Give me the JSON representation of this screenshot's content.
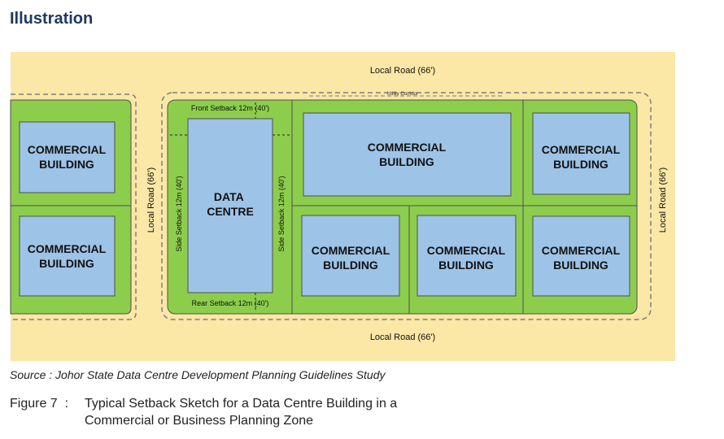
{
  "heading": "Illustration",
  "diagram": {
    "roads": {
      "top": "Local Road (66')",
      "bottom": "Local Road (66')",
      "middle": "Local Road (66')",
      "right": "Local Road (66')"
    },
    "utility_corridor": "Utility Corridor",
    "setbacks": {
      "front": "Front Setback 12m (40')",
      "rear": "Rear Setback 12m (40')",
      "side_left": "Side Setback 12m (40')",
      "side_right": "Side Setback 12m (40')"
    },
    "data_centre": {
      "line1": "DATA",
      "line2": "CENTRE"
    },
    "commercial_building": {
      "line1": "COMMERCIAL",
      "line2": "BUILDING"
    },
    "colors": {
      "road": "#fbe7a6",
      "lot": "#8dcd4c",
      "building": "#9dc3e6",
      "border": "#4f4f4f"
    }
  },
  "source": "Source : Johor State Data Centre Development Planning Guidelines Study",
  "caption": {
    "label": "Figure 7",
    "separator": ":",
    "line1": "Typical Setback Sketch for a Data Centre Building in a",
    "line2": "Commercial or Business Planning Zone"
  }
}
